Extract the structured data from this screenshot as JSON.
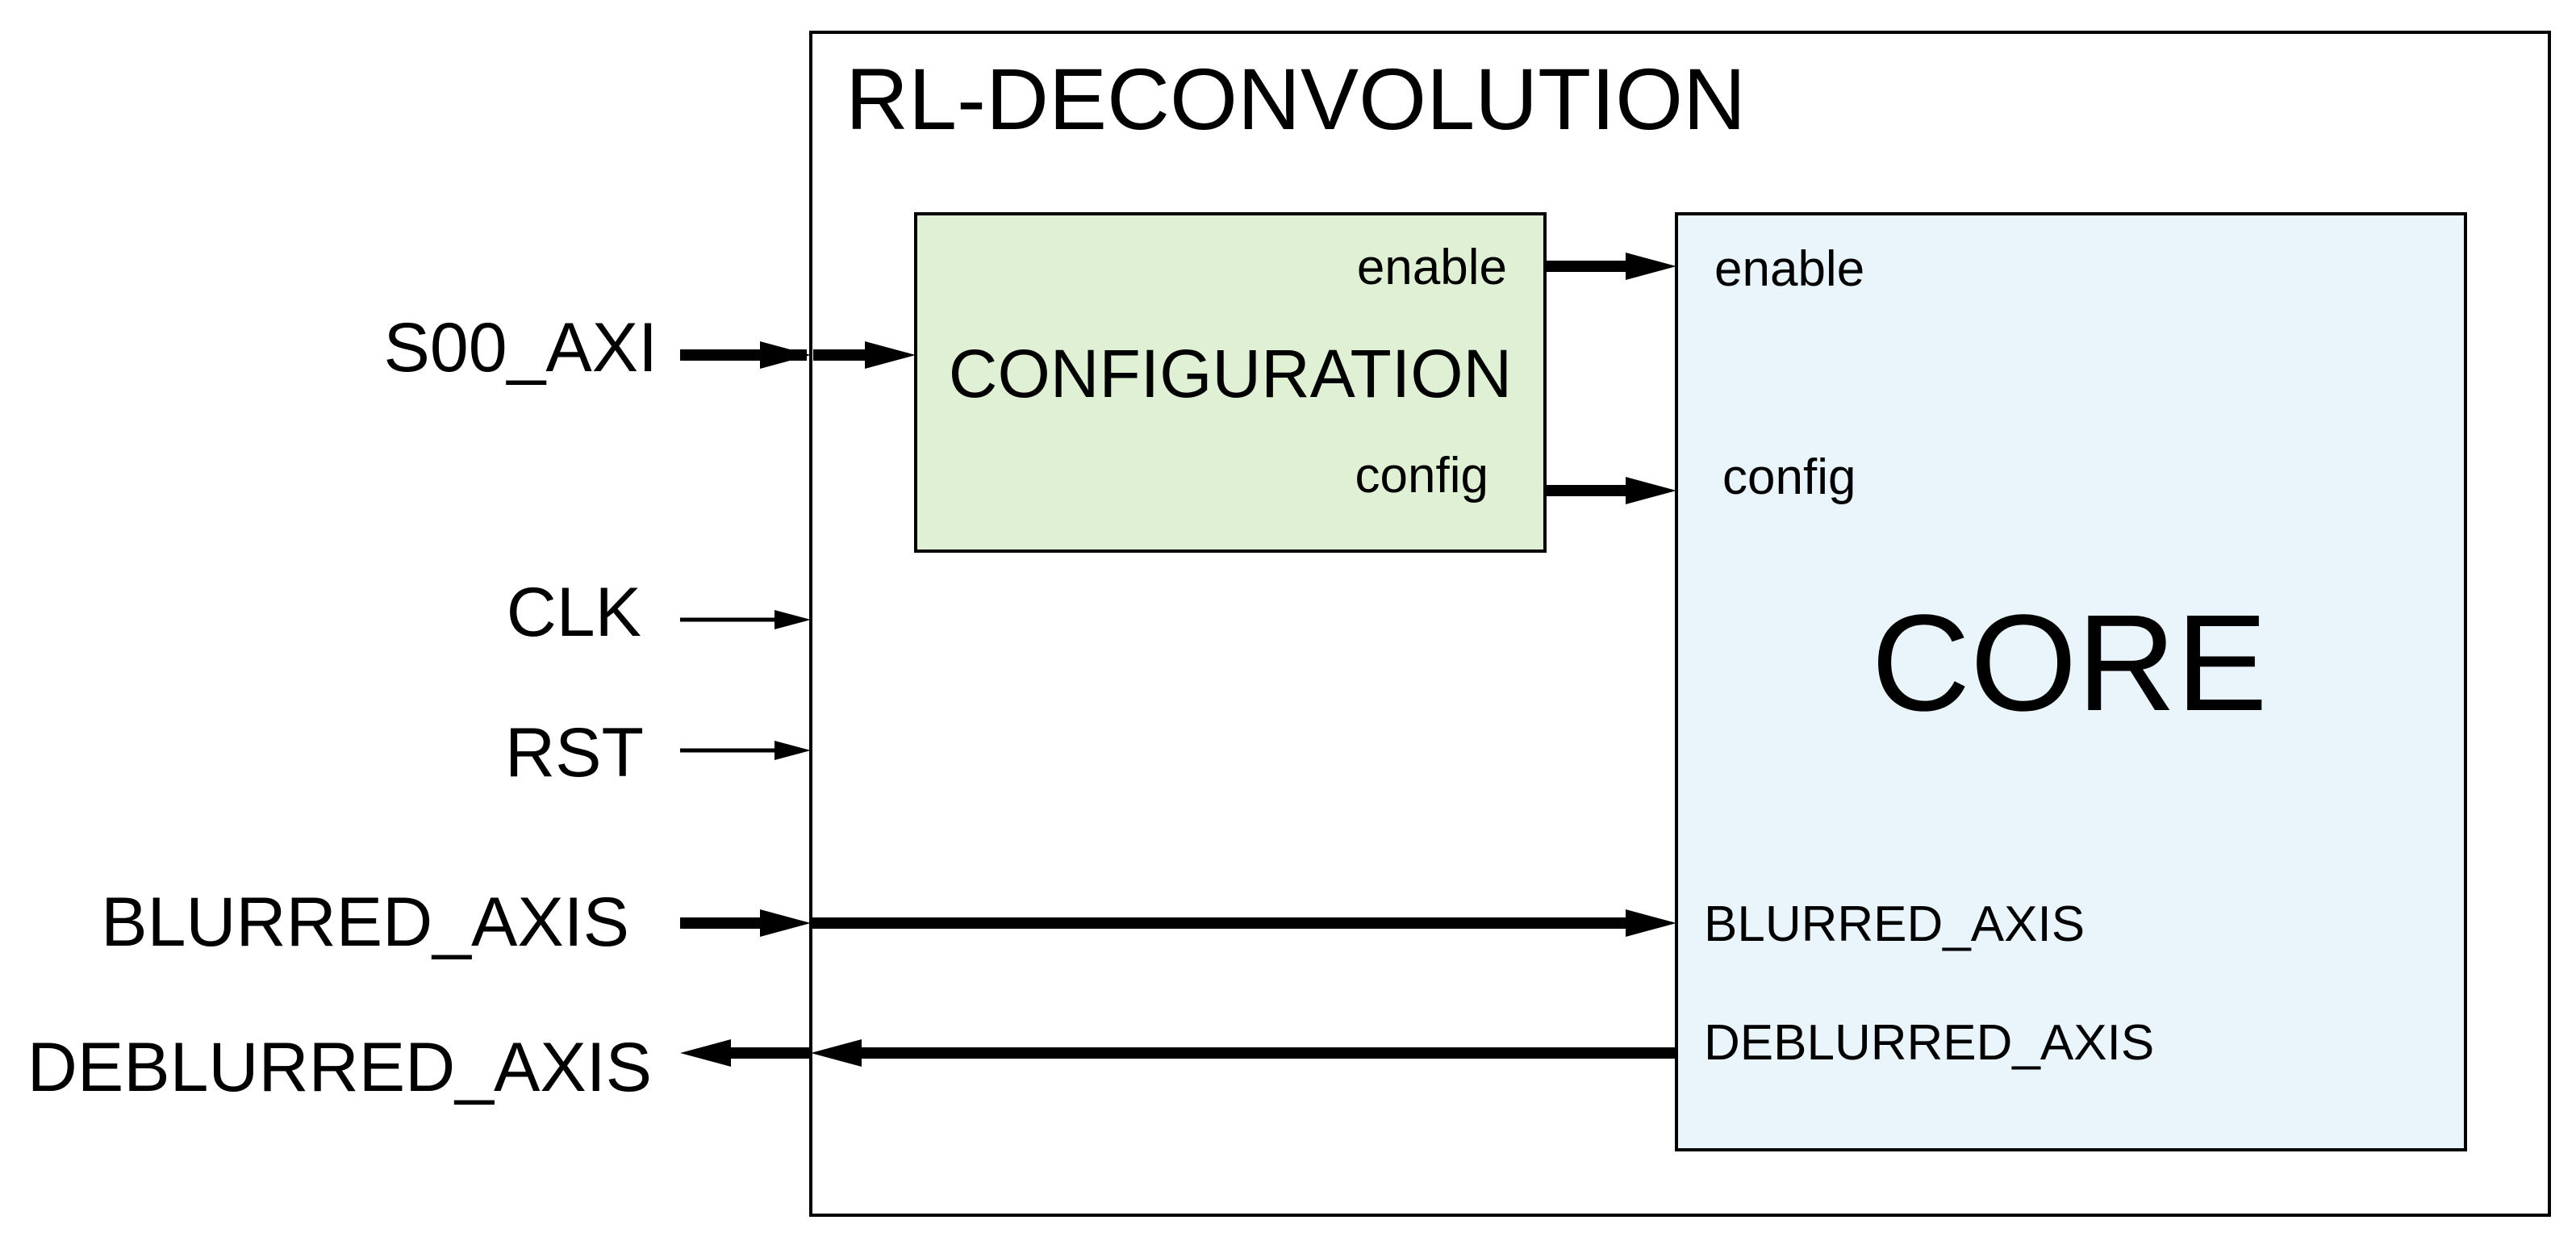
{
  "diagram": {
    "title": "RL-DECONVOLUTION",
    "configuration_block": {
      "label": "CONFIGURATION",
      "port_enable": "enable",
      "port_config": "config",
      "fill_color": "#dff0d4"
    },
    "core_block": {
      "label": "CORE",
      "port_enable": "enable",
      "port_config": "config",
      "port_blurred": "BLURRED_AXIS",
      "port_deblurred": "DEBLURRED_AXIS",
      "fill_color": "#e9f4fb"
    },
    "external_ports": {
      "s00_axi": "S00_AXI",
      "clk": "CLK",
      "rst": "RST",
      "blurred_axis": "BLURRED_AXIS",
      "deblurred_axis": "DEBLURRED_AXIS"
    }
  }
}
